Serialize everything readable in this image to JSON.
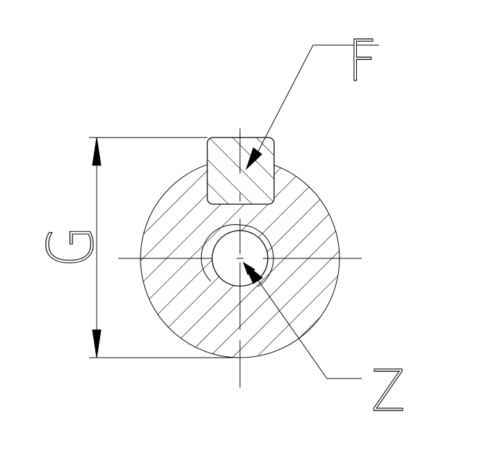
{
  "drawing": {
    "labels": {
      "key_leader": "F",
      "dimension": "G",
      "bore_leader": "Z"
    },
    "line_color": "#000000",
    "background": "#ffffff"
  }
}
